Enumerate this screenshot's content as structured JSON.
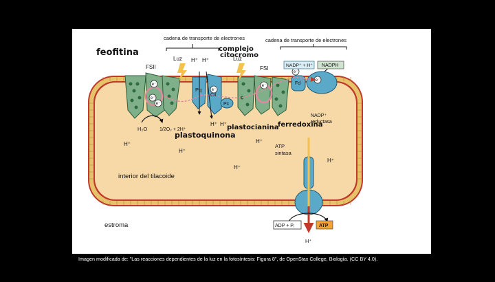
{
  "labels": {
    "chain_left": "cadena de transporte de electrones",
    "chain_right": "cadena de transporte de electrones",
    "feofitina": "feofitina",
    "complejo": "complejo",
    "citocromo": "citocromo",
    "luz_left": "Luz",
    "luz_right": "Luz",
    "fsii": "FSII",
    "fsi": "FSI",
    "pq": "Pq",
    "cit": "Cit",
    "pc": "Pc",
    "fd": "Fd",
    "nadp_plus": "NADP⁺ + H⁺",
    "nadph": "NADPH",
    "nadp_reductasa_1": "NADP⁺",
    "nadp_reductasa_2": "reductasa",
    "water": "H₂O",
    "oxygen": "1/2O₂ + 2H⁺",
    "plastoquinona": "plastoquinona",
    "plastocianina": "plastocianina",
    "ferredoxina": "ferredoxina",
    "interior": "interior del tilacoide",
    "estroma": "estroma",
    "atp_sintasa_1": "ATP",
    "atp_sintasa_2": "sintasa",
    "adp": "ADP + Pᵢ",
    "atp": "ATP",
    "proton": "H⁺",
    "electron": "e⁻"
  },
  "caption": "Imagen modificada de: \"Las reacciones dependientes de la luz en la fotosíntesis: Figura 8\", de OpenStax College, Biología. (CC BY 4.0).",
  "colors": {
    "background": "#000000",
    "panel": "#ffffff",
    "lumen": "#f7d9a8",
    "membrane_head": "#c0392b",
    "membrane_tail": "#d9b45a",
    "complex_green": "#7fb08a",
    "carrier_blue": "#5ba9c8",
    "light": "#f2c14e",
    "atp_box": "#f0a43a",
    "nadph_box": "#cfe3cf"
  },
  "icons": [
    "lightning-icon",
    "proton-arrow-icon"
  ]
}
